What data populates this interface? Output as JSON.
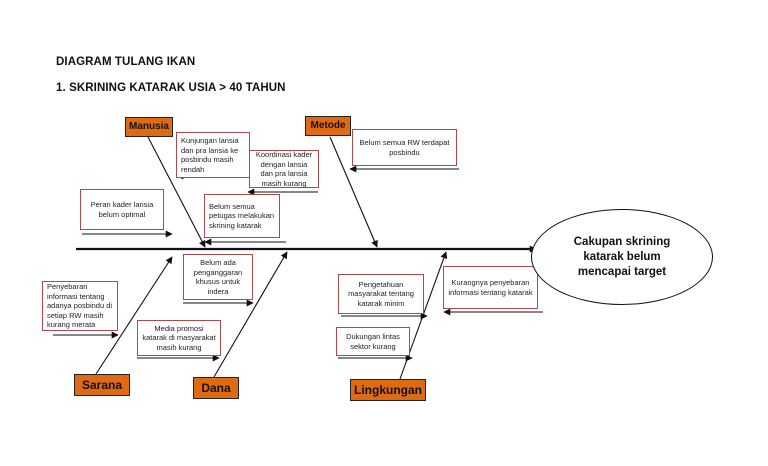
{
  "heading": "DIAGRAM TULANG IKAN",
  "subheading": "1.  SKRINING KATARAK USIA > 40 TAHUN",
  "effect": "Cakupan skrining katarak belum mencapai target",
  "categories": {
    "manusia": "Manusia",
    "metode": "Metode",
    "sarana": "Sarana",
    "dana": "Dana",
    "lingkungan": "Lingkungan"
  },
  "causes": {
    "kunjungan": "Kunjungan lansia dan pra lansia ke posbindu masih rendah",
    "peran_kader": "Peran kader lansia belum optimal",
    "koordinasi": "Koordinasi kader dengan lansia dan pra lansia masih kurang",
    "belum_semua_petugas": "Belum semua petugas melakukan skrining katarak",
    "belum_semua_rw": "Belum semua RW terdapat posbindu",
    "penyebaran_info": "Penyebaran informasi tentang adanya posbindu di setiap RW masih kurang merata",
    "media_promosi": "Media promosi katarak di masyarakat masih kurang",
    "anggaran": "Belum ada penganggaran khusus untuk indera",
    "pengetahuan": "Pengetahuan masyarakat tentang katarak minim",
    "dukungan_lintas": "Dukungan lintas sektor kurang",
    "kurangnya_penyebaran": "Kurangnya penyebaran informasi tentang katarak"
  },
  "colors": {
    "category_fill": "#e06a12",
    "cause_border": "#b04a4a",
    "line": "#111111"
  }
}
